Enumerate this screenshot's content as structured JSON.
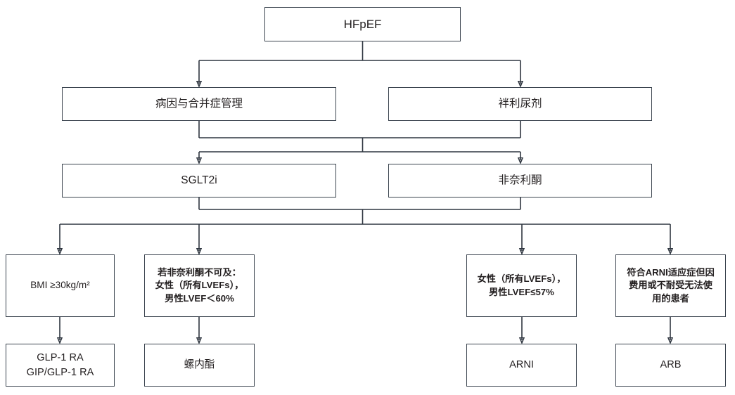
{
  "diagram": {
    "title": "HFpEF treatment algorithm flowchart",
    "colors": {
      "stroke": "#2f3640",
      "box_border": "#3b444f",
      "text": "#231f20",
      "background": "#ffffff"
    },
    "nodes": {
      "root": {
        "label": "HFpEF"
      },
      "row2": [
        {
          "label": "病因与合并症管理"
        },
        {
          "label": "袢利尿剂"
        }
      ],
      "row3": [
        {
          "label": "SGLT2i"
        },
        {
          "label": "非奈利酮"
        }
      ],
      "row4": [
        {
          "label": "BMI ≥30kg/m²"
        },
        {
          "label": "若非奈利酮不可及：\n女性（所有LVEFs），\n男性LVEF＜60%"
        },
        {
          "label": "女性（所有LVEFs），\n男性LVEF≤57%"
        },
        {
          "label": "符合ARNI适应症但因\n费用或不耐受无法使\n用的患者"
        }
      ],
      "row5": [
        {
          "label": "GLP-1 RA\nGIP/GLP-1 RA"
        },
        {
          "label": "螺内酯"
        },
        {
          "label": "ARNI"
        },
        {
          "label": "ARB"
        }
      ]
    },
    "edges": [
      {
        "from": "HFpEF",
        "to": "病因与合并症管理"
      },
      {
        "from": "HFpEF",
        "to": "袢利尿剂"
      },
      {
        "from": "病因与合并症管理",
        "to": "SGLT2i"
      },
      {
        "from": "病因与合并症管理",
        "to": "非奈利酮"
      },
      {
        "from": "袢利尿剂",
        "to": "SGLT2i"
      },
      {
        "from": "袢利尿剂",
        "to": "非奈利酮"
      },
      {
        "from": "SGLT2i",
        "to": "BMI ≥30kg/m²"
      },
      {
        "from": "SGLT2i",
        "to": "若非奈利酮不可及"
      },
      {
        "from": "非奈利酮",
        "to": "女性（所有LVEFs），男性LVEF≤57%"
      },
      {
        "from": "非奈利酮",
        "to": "符合ARNI适应症但因费用或不耐受无法使用的患者"
      },
      {
        "from": "BMI ≥30kg/m²",
        "to": "GLP-1 RA / GIP/GLP-1 RA"
      },
      {
        "from": "若非奈利酮不可及",
        "to": "螺内酯"
      },
      {
        "from": "女性（所有LVEFs），男性LVEF≤57%",
        "to": "ARNI"
      },
      {
        "from": "符合ARNI适应症但因费用或不耐受无法使用的患者",
        "to": "ARB"
      }
    ]
  }
}
